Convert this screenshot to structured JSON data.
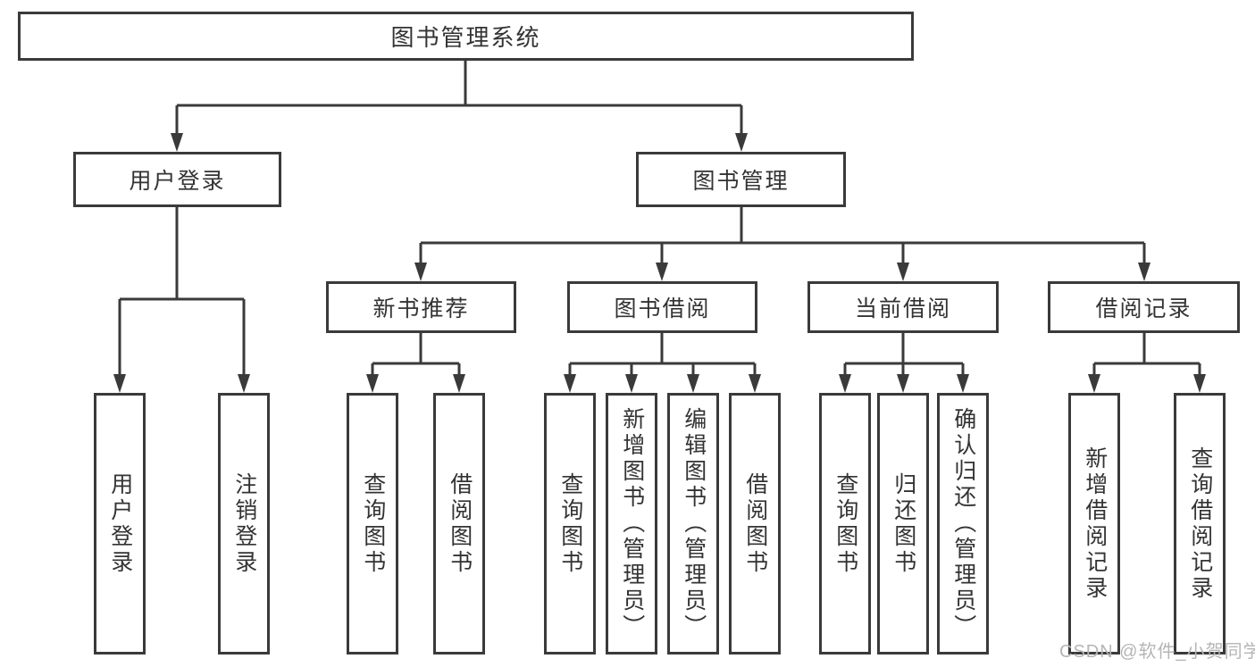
{
  "tree": {
    "root": {
      "label": "图书管理系统",
      "children": [
        {
          "label": "用户登录",
          "children": [
            {
              "label": "用户登录"
            },
            {
              "label": "注销登录"
            }
          ]
        },
        {
          "label": "图书管理",
          "children": [
            {
              "label": "新书推荐",
              "children": [
                {
                  "label": "查询图书"
                },
                {
                  "label": "借阅图书"
                }
              ]
            },
            {
              "label": "图书借阅",
              "children": [
                {
                  "label": "查询图书"
                },
                {
                  "label": "新增图书（管理员）"
                },
                {
                  "label": "编辑图书（管理员）"
                },
                {
                  "label": "借阅图书"
                }
              ]
            },
            {
              "label": "当前借阅",
              "children": [
                {
                  "label": "查询图书"
                },
                {
                  "label": "归还图书"
                },
                {
                  "label": "确认归还（管理员）"
                }
              ]
            },
            {
              "label": "借阅记录",
              "children": [
                {
                  "label": "新增借阅记录"
                },
                {
                  "label": "查询借阅记录"
                }
              ]
            }
          ]
        }
      ]
    }
  },
  "watermark": {
    "text": "CSDN @软件_小贺同学"
  },
  "colors": {
    "line": "#3a3a3a",
    "text": "#333333",
    "watermark": "#b5b5b5"
  }
}
